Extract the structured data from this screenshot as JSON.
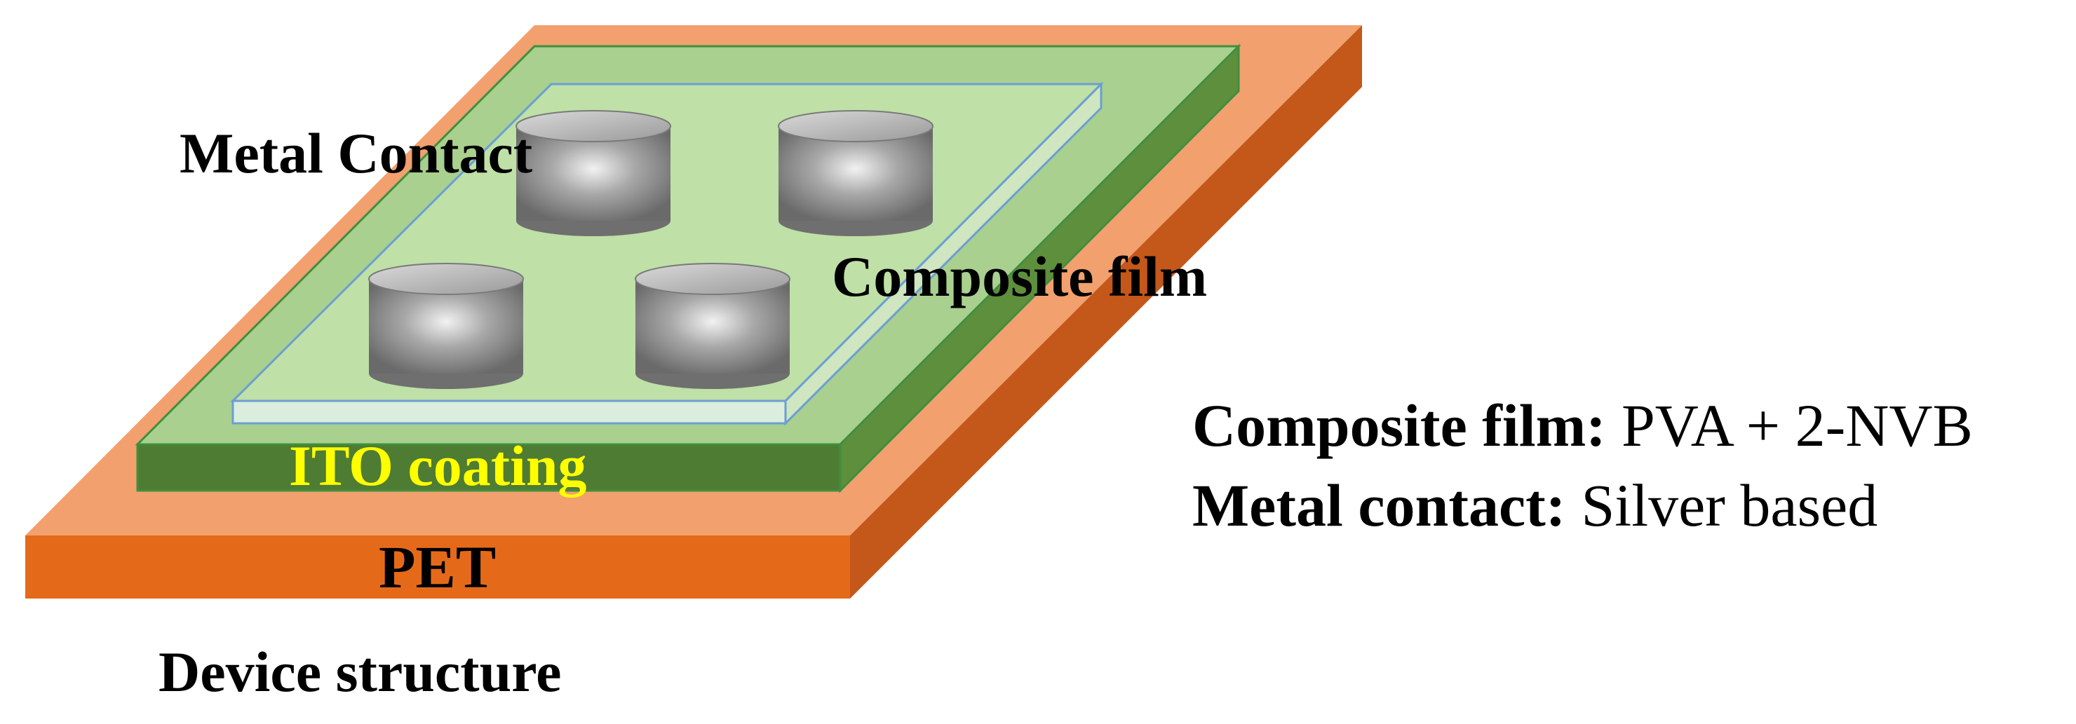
{
  "labels": {
    "metal_contact": "Metal Contact",
    "composite_film": "Composite film",
    "ito_coating": "ITO coating",
    "pet": "PET",
    "device_structure": "Device structure"
  },
  "legend": {
    "composite_film_key": "Composite film:",
    "composite_film_value": "PVA + 2-NVB",
    "metal_contact_key": "Metal contact:",
    "metal_contact_value": "Silver based"
  },
  "colors": {
    "pet_top": "#f2a06e",
    "pet_front": "#e46a1a",
    "pet_side": "#c4571a",
    "ito_top": "#a9d08e",
    "ito_front": "#4f7c33",
    "ito_side": "#5e8f3c",
    "film_top": "#bfe0a6",
    "film_edge": "#6a9fd4",
    "cylinder_body": "#8c8c8c",
    "ito_label": "#ffff00",
    "text": "#000000"
  },
  "icons": {
    "contact": "cylinder-icon"
  }
}
